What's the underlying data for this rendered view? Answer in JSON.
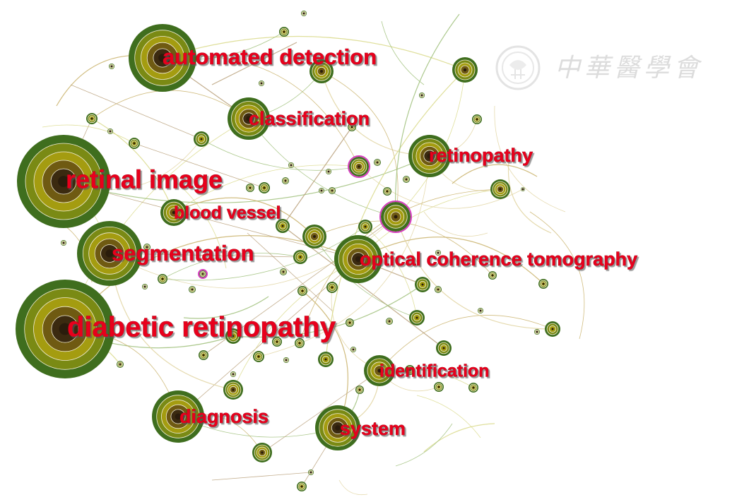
{
  "figure": {
    "type": "keyword co-occurrence network",
    "watermark": {
      "text": "中華醫學會",
      "icon": "society-seal-icon"
    }
  },
  "colors": {
    "label": "#e8001c",
    "ring_colors": [
      "#3f6e1e",
      "#7a8a14",
      "#a49c10",
      "#6f5a12",
      "#3b2a10"
    ],
    "burst_ring": "#d63fbf",
    "edge_colors": [
      "#c9b26a",
      "#d9d98a",
      "#b9a07a",
      "#9fbf7a",
      "#e0d4a0"
    ]
  },
  "keywords": [
    {
      "id": "k1",
      "label": "diabetic retinopathy",
      "rank": 1
    },
    {
      "id": "k2",
      "label": "retinal image",
      "rank": 2
    },
    {
      "id": "k3",
      "label": "segmentation",
      "rank": 3
    },
    {
      "id": "k4",
      "label": "automated detection",
      "rank": 4
    },
    {
      "id": "k5",
      "label": "diagnosis",
      "rank": 5
    },
    {
      "id": "k6",
      "label": "system",
      "rank": 6
    },
    {
      "id": "k7",
      "label": "optical coherence tomography",
      "rank": 7
    },
    {
      "id": "k8",
      "label": "classification",
      "rank": 8
    },
    {
      "id": "k9",
      "label": "retinopathy",
      "rank": 9
    },
    {
      "id": "k10",
      "label": "identification",
      "rank": 10
    },
    {
      "id": "k11",
      "label": "blood vessel",
      "rank": 11
    }
  ]
}
